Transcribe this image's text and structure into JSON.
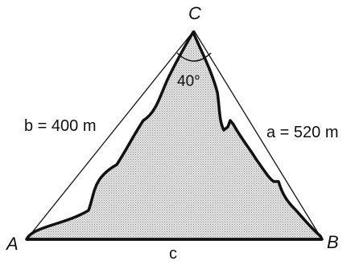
{
  "vertices": {
    "a_label": "A",
    "b_label": "B",
    "c_label": "C"
  },
  "sides": {
    "b_label": "b = 400 m",
    "a_label": "a = 520 m",
    "c_label": "c"
  },
  "angle": {
    "at_c_label": "40°"
  },
  "colors": {
    "ink": "#111111",
    "mountain_fill": "#cfcfcf"
  }
}
